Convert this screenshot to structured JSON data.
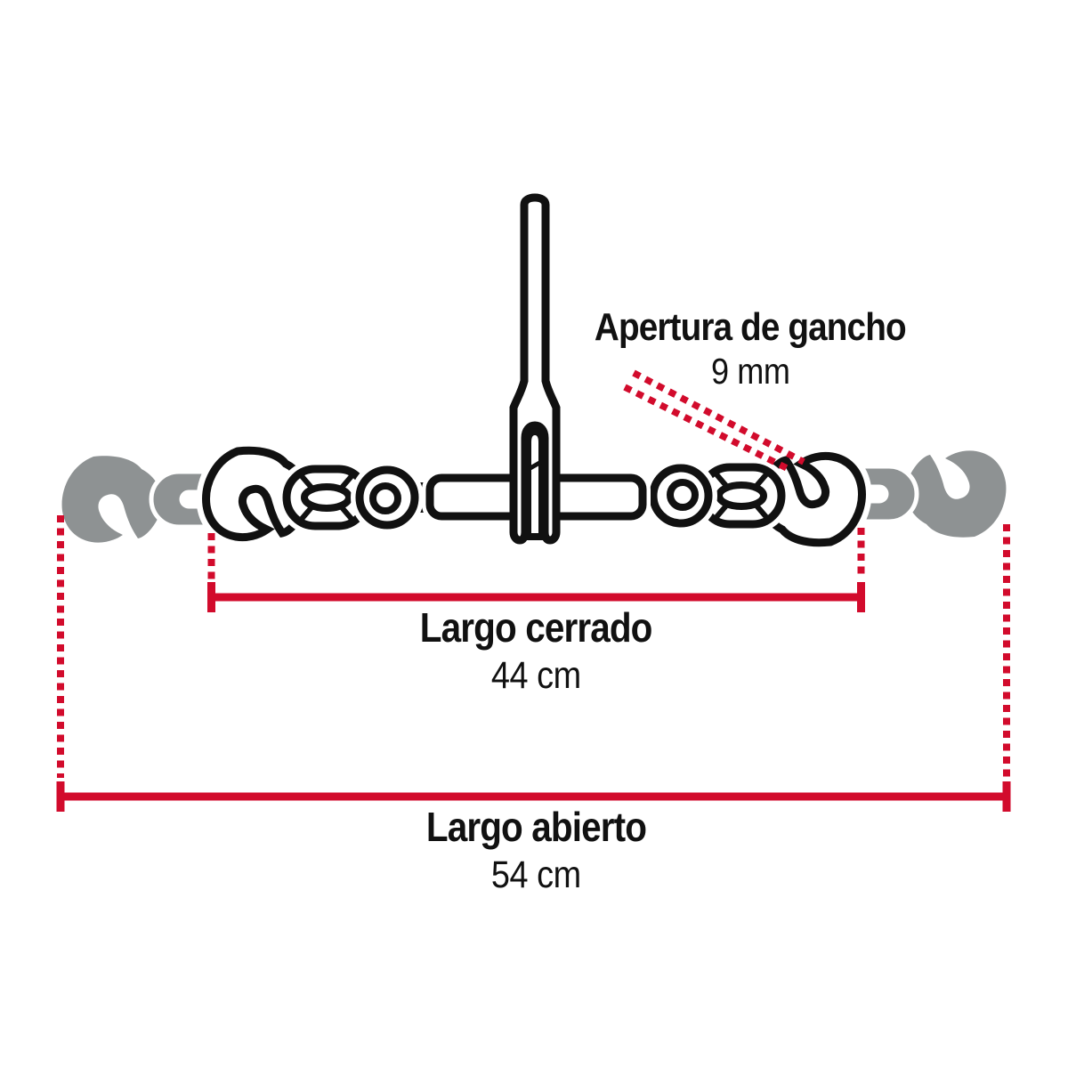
{
  "annotations": {
    "hook_opening": {
      "label": "Apertura de gancho",
      "value": "9 mm"
    },
    "closed_length": {
      "label": "Largo cerrado",
      "value": "44 cm"
    },
    "open_length": {
      "label": "Largo abierto",
      "value": "54 cm"
    }
  },
  "parts": [
    "ratchet-load-binder",
    "ratchet-handle",
    "binder-barrel",
    "clevis-pin",
    "eye-bolt-left",
    "eye-bolt-right",
    "chain-link-left",
    "chain-link-right",
    "grab-hook-left",
    "grab-hook-right",
    "ghost-open-hook-left",
    "ghost-open-hook-right"
  ],
  "colors": {
    "outline_black": "#111111",
    "dimension_red": "#d20b2c",
    "ghost_gray": "#8e9293",
    "background": "#ffffff"
  }
}
